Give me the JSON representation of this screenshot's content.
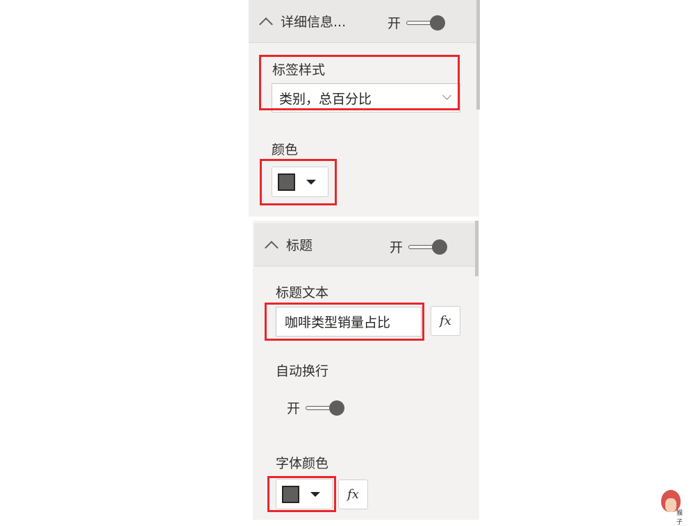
{
  "panel_top": {
    "section": {
      "title": "详细信息...",
      "expanded": true,
      "toggle": {
        "label": "开",
        "state": "on"
      }
    },
    "label_style": {
      "label": "标签样式",
      "value": "类别，总百分比"
    },
    "color": {
      "label": "颜色",
      "swatch_color": "#605e5c"
    }
  },
  "panel_bottom": {
    "section": {
      "title": "标题",
      "expanded": true,
      "toggle": {
        "label": "开",
        "state": "on"
      }
    },
    "title_text": {
      "label": "标题文本",
      "value": "咖啡类型销量占比",
      "fx_label": "fx"
    },
    "word_wrap": {
      "label": "自动换行",
      "toggle": {
        "label": "开",
        "state": "on"
      }
    },
    "font_color": {
      "label": "字体颜色",
      "swatch_color": "#605e5c",
      "fx_label": "fx"
    }
  },
  "highlight_color": "#e8262c",
  "watermark": {
    "text": "猴子"
  }
}
